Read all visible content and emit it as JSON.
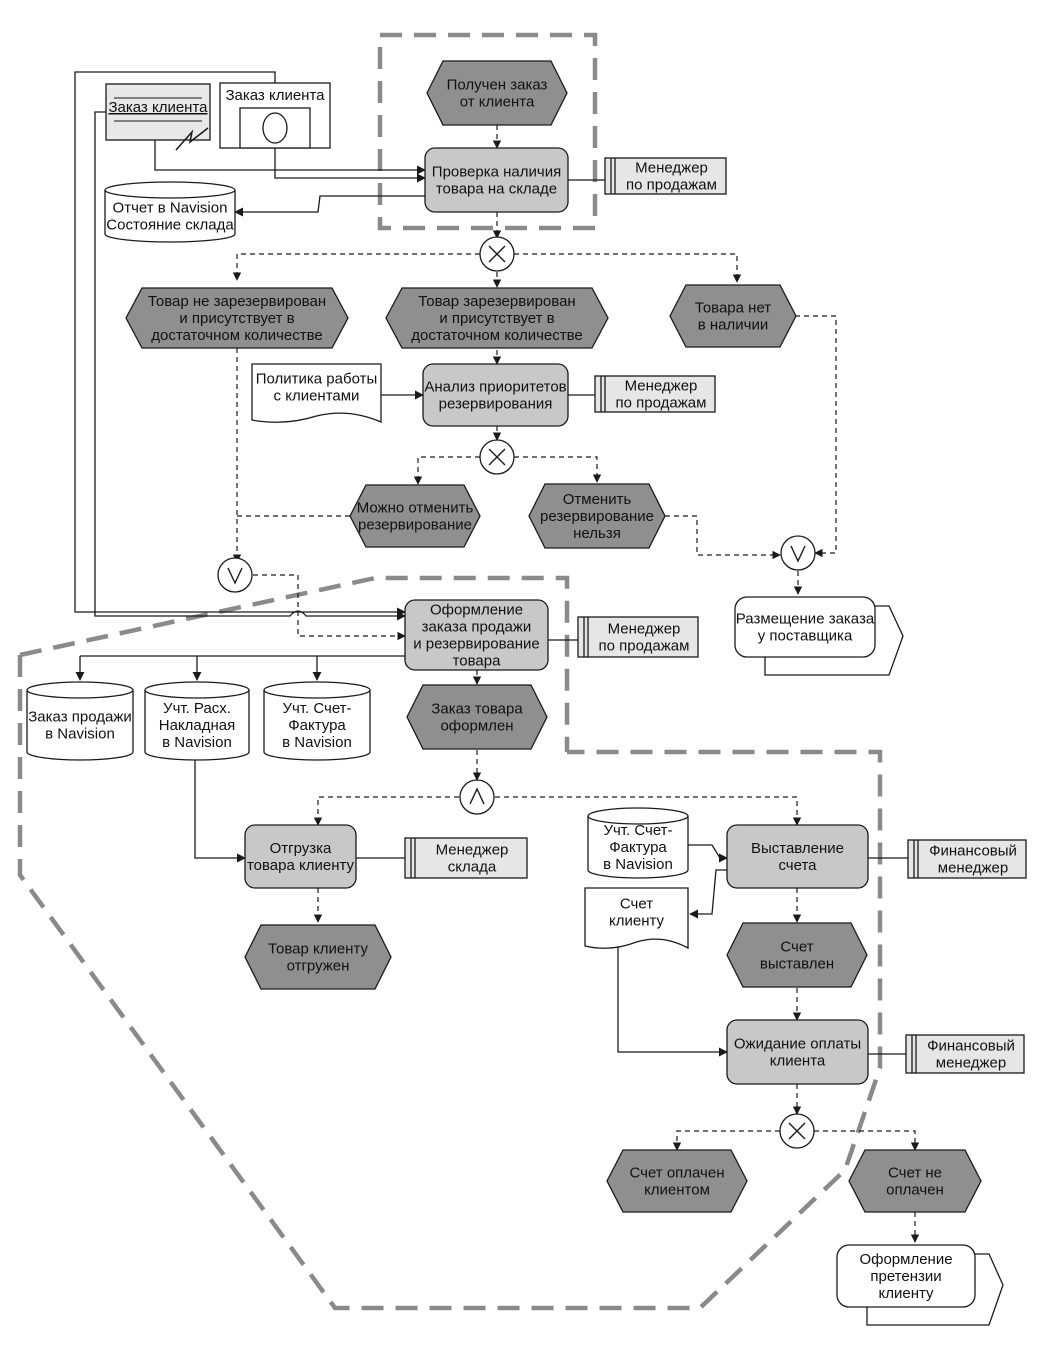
{
  "colors": {
    "event_fill": "#8f8f8f",
    "function_fill": "#c8c8c8",
    "role_fill": "#e6e6e6",
    "doc_fill": "#ffffff",
    "stroke": "#1a1a1a",
    "region_border": "#8a8a8a"
  },
  "documents": {
    "order_doc": "Заказ клиента",
    "order_doc2": "Заказ клиента",
    "policy": [
      "Политика работы",
      "с клиентами"
    ],
    "invoice_to_client": [
      "Счет",
      "клиенту"
    ]
  },
  "databases": {
    "navision_stock": [
      "Отчет в Navision",
      "Состояние склада"
    ],
    "sales_order": [
      "Заказ продажи",
      "в Navision"
    ],
    "waybill": [
      "Учт. Расх.",
      "Накладная",
      "в Navision"
    ],
    "invoice_a": [
      "Учт. Счет-",
      "Фактура",
      "в Navision"
    ],
    "invoice_b": [
      "Учт. Счет-",
      "Фактура",
      "в Navision"
    ]
  },
  "events": {
    "e_received": [
      "Получен заказ",
      "от клиента"
    ],
    "e_not_reserved": [
      "Товар не зарезервирован",
      "и присутствует в",
      "достаточном количестве"
    ],
    "e_reserved": [
      "Товар зарезервирован",
      "и присутствует в",
      "достаточном количестве"
    ],
    "e_absent": [
      "Товара нет",
      "в наличии"
    ],
    "e_can_cancel": [
      "Можно отменить",
      "резервирование"
    ],
    "e_cannot_cancel": [
      "Отменить",
      "резервирование",
      "нельзя"
    ],
    "e_order_done": [
      "Заказ товара",
      "оформлен"
    ],
    "e_shipped": [
      "Товар клиенту",
      "отгружен"
    ],
    "e_invoiced": [
      "Счет",
      "выставлен"
    ],
    "e_paid": [
      "Счет оплачен",
      "клиентом"
    ],
    "e_unpaid": [
      "Счет не",
      "оплачен"
    ]
  },
  "functions": {
    "f_check": [
      "Проверка наличия",
      "товара на складе"
    ],
    "f_priority": [
      "Анализ приоритетов",
      "резервирования"
    ],
    "f_sales_order": [
      "Оформление",
      "заказа продажи",
      "и резервирование",
      "товара"
    ],
    "f_ship": [
      "Отгрузка",
      "товара клиенту"
    ],
    "f_invoice": [
      "Выставление",
      "счета"
    ],
    "f_wait": [
      "Ожидание оплаты",
      "клиента"
    ]
  },
  "processes": {
    "p_supplier": [
      "Размещение заказа",
      "у поставщика"
    ],
    "p_claim": [
      "Оформление",
      "претензии",
      "клиенту"
    ]
  },
  "roles": {
    "r1": [
      "Менеджер",
      "по продажам"
    ],
    "r2": [
      "Менеджер",
      "по продажам"
    ],
    "r3": [
      "Менеджер",
      "по продажам"
    ],
    "r4": [
      "Менеджер",
      "склада"
    ],
    "r5": [
      "Финансовый",
      "менеджер"
    ],
    "r6": [
      "Финансовый",
      "менеджер"
    ]
  },
  "connectors": {
    "x1": "XOR",
    "x2": "XOR",
    "x3": "XOR",
    "or1": "OR",
    "or2": "OR",
    "and1": "AND"
  }
}
